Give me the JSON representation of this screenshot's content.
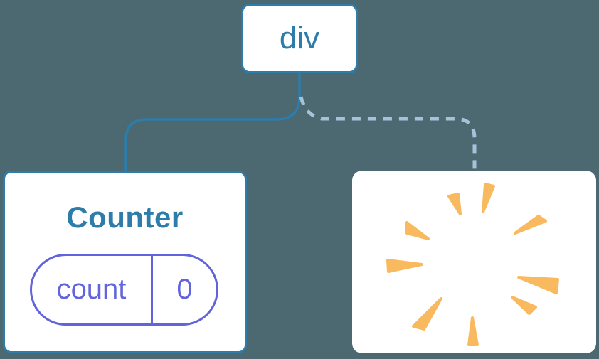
{
  "diagram": {
    "root_label": "div",
    "counter_title": "Counter",
    "state_key": "count",
    "state_value": "0",
    "removed_icon": "burst-poof-icon",
    "edges": [
      {
        "from": "div",
        "to": "Counter",
        "style": "solid"
      },
      {
        "from": "div",
        "to": "removed-node",
        "style": "dashed"
      }
    ]
  },
  "theme": {
    "canvas_bg": "#4C6971",
    "node_bg": "#FFFFFF",
    "edge_blue": "#2D7CA9",
    "state_indigo": "#6164DA",
    "dashed_blue": "#A5C2D9",
    "burst_orange": "#F9BA5F"
  }
}
